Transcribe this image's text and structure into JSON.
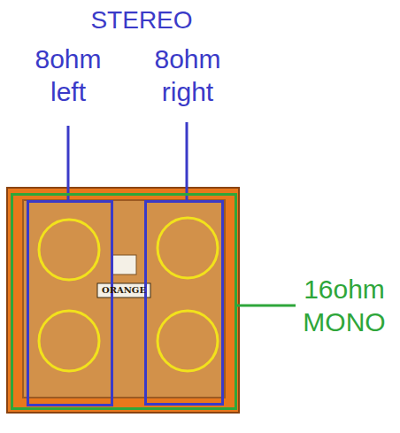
{
  "diagram": {
    "title": "STEREO",
    "nodes": [
      {
        "text": [
          "16ohm MONO"
        ]
      },
      {
        "text": [
          "8ohm left"
        ],
        "in": 0
      },
      {
        "text": [
          "8ohm right"
        ],
        "in": 0
      }
    ],
    "labels": [
      "ORANGE"
    ]
  }
}
